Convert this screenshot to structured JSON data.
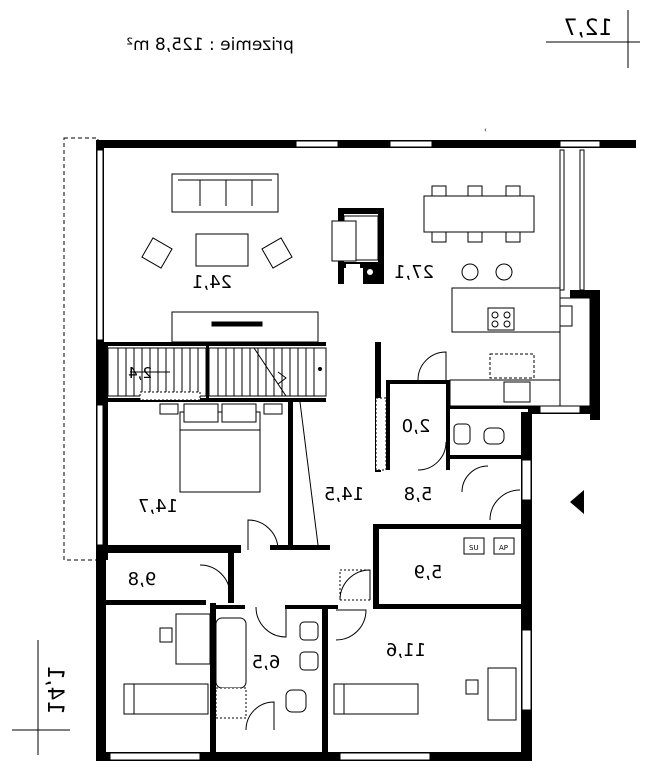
{
  "header": {
    "title": "prizemie : 125,8 m²",
    "width_dim": "12,7",
    "height_dim": "14,1"
  },
  "rooms": [
    {
      "id": "living",
      "area": "24,1"
    },
    {
      "id": "kitchen_dining",
      "area": "27,1"
    },
    {
      "id": "staircase",
      "area": "2,4"
    },
    {
      "id": "wc",
      "area": "2,0"
    },
    {
      "id": "bedroom_master",
      "area": "14,7"
    },
    {
      "id": "hall",
      "area": "14,5"
    },
    {
      "id": "entrance",
      "area": "5,8"
    },
    {
      "id": "utility",
      "area": "5,9"
    },
    {
      "id": "room_small",
      "area": "9,8"
    },
    {
      "id": "bathroom",
      "area": "6,5"
    },
    {
      "id": "room_large",
      "area": "11,6"
    }
  ],
  "appliances": {
    "label_left": "SU",
    "label_right": "AP"
  },
  "icons": {
    "entrance_marker": "triangle-arrow-icon"
  },
  "colors": {
    "wall": "#000000",
    "line": "#000000",
    "background": "#ffffff"
  }
}
